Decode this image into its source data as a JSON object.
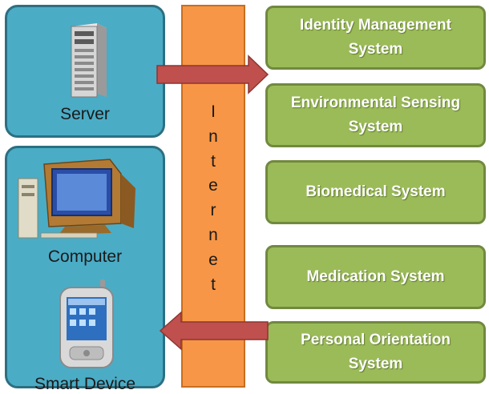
{
  "devices": {
    "server": {
      "label": "Server",
      "icon": "server-tower-icon"
    },
    "computer": {
      "label": "Computer",
      "icon": "desktop-computer-icon"
    },
    "smart_device": {
      "label": "Smart Device",
      "icon": "smartphone-icon"
    }
  },
  "internet": {
    "letters": [
      "I",
      "n",
      "t",
      "e",
      "r",
      "n",
      "e",
      "t"
    ]
  },
  "systems": [
    "Identity Management\nSystem",
    "Environmental Sensing\nSystem",
    "Biomedical System",
    "Medication System",
    "Personal Orientation\nSystem"
  ],
  "colors": {
    "device_panel": "#4bacc6",
    "internet_bar": "#f79646",
    "system_box": "#9bbb59",
    "arrow": "#c0504d"
  }
}
